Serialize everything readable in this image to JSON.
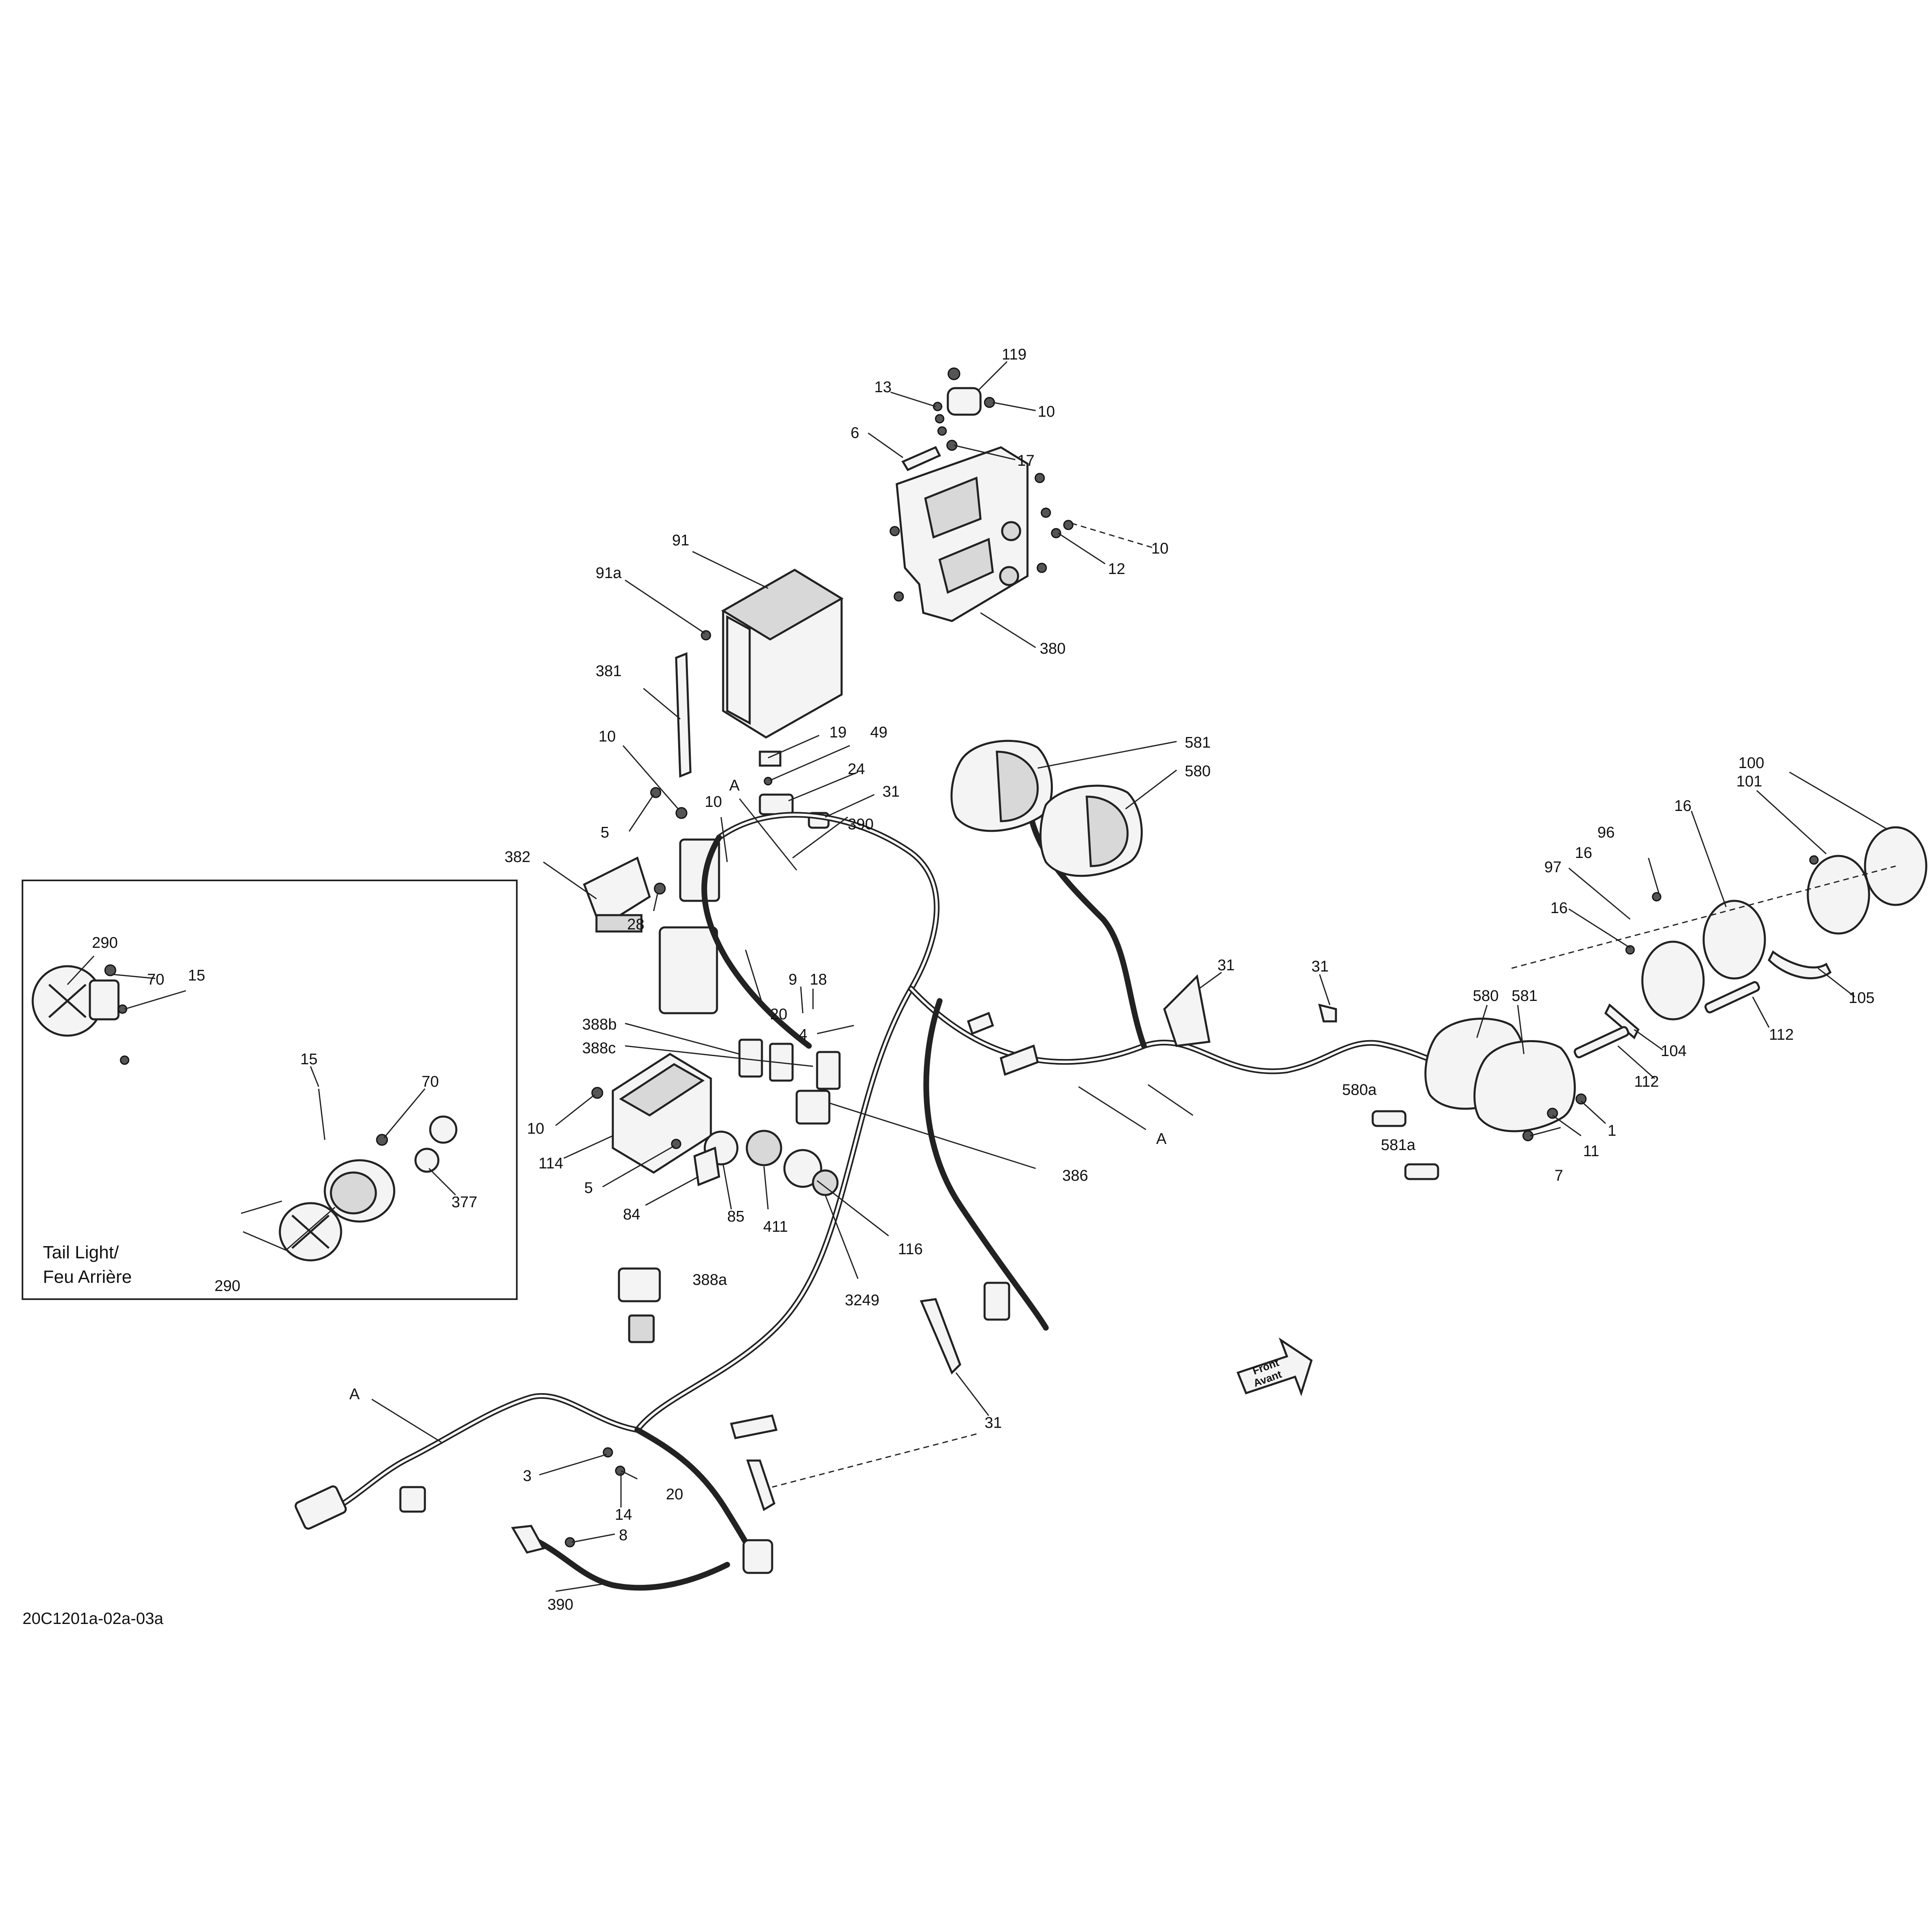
{
  "diagram": {
    "code": "20C1201a-02a-03a",
    "inset_title_line1": "Tail Light/",
    "inset_title_line2": "Feu Arrière",
    "front_arrow_line1": "Front",
    "front_arrow_line2": "Avant",
    "callouts": {
      "c119": "119",
      "c13": "13",
      "c10_top": "10",
      "c6": "6",
      "c17": "17",
      "c10_bracket": "10",
      "c12": "12",
      "c91": "91",
      "c91a": "91a",
      "c380": "380",
      "c381": "381",
      "c10_left": "10",
      "c19": "19",
      "c49": "49",
      "cA_top": "A",
      "c24": "24",
      "c31_a": "31",
      "c390_top": "390",
      "c10_mid": "10",
      "c5_top": "5",
      "c382": "382",
      "c28": "28",
      "c9": "9",
      "c18": "18",
      "c20_mid": "20",
      "c4": "4",
      "c388b": "388b",
      "c388c": "388c",
      "c10_reg": "10",
      "c114": "114",
      "c5_low": "5",
      "c84": "84",
      "c85": "85",
      "c411": "411",
      "c116": "116",
      "c3249": "3249",
      "c386": "386",
      "cA_mid": "A",
      "c388a": "388a",
      "c581_top": "581",
      "c580_top": "580",
      "c31_b": "31",
      "c31_c": "31",
      "c580_r": "580",
      "c581_r": "581",
      "c580a": "580a",
      "c581a": "581a",
      "c7": "7",
      "c11": "11",
      "c1": "1",
      "c100": "100",
      "c101": "101",
      "c16_a": "16",
      "c96": "96",
      "c16_b": "16",
      "c97": "97",
      "c16_c": "16",
      "c105": "105",
      "c112_a": "112",
      "c104": "104",
      "c112_b": "112",
      "cA_bot": "A",
      "c3": "3",
      "c20_bot": "20",
      "c14": "14",
      "c8": "8",
      "c390_bot": "390",
      "c31_d": "31",
      "c290_a": "290",
      "c70_a": "70",
      "c15_a": "15",
      "c15_b": "15",
      "c70_b": "70",
      "c377": "377",
      "c290_b": "290"
    }
  }
}
